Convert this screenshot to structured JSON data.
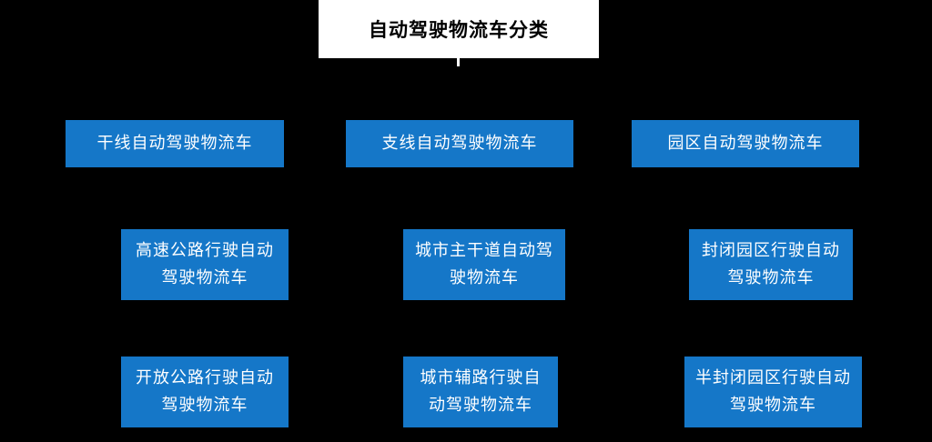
{
  "title": "自动驾驶物流车分类",
  "colors": {
    "background": "#000000",
    "title_box_bg": "#ffffff",
    "title_text": "#000000",
    "node_bg": "#1577c8",
    "node_text": "#ffffff"
  },
  "columns": [
    {
      "parent": "干线自动驾驶物流车",
      "children": [
        {
          "line1": "高速公路行驶自动",
          "line2": "驾驶物流车"
        },
        {
          "line1": "开放公路行驶自动",
          "line2": "驾驶物流车"
        }
      ]
    },
    {
      "parent": "支线自动驾驶物流车",
      "children": [
        {
          "line1": "城市主干道自动驾",
          "line2": "驶物流车"
        },
        {
          "line1": "城市辅路行驶自",
          "line2": "动驾驶物流车"
        }
      ]
    },
    {
      "parent": "园区自动驾驶物流车",
      "children": [
        {
          "line1": "封闭园区行驶自动",
          "line2": "驾驶物流车"
        },
        {
          "line1": "半封闭园区行驶自动",
          "line2": "驾驶物流车"
        }
      ]
    }
  ]
}
